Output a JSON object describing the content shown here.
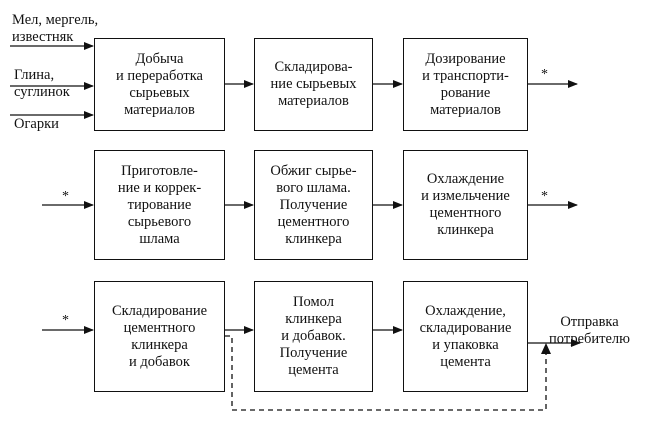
{
  "inputs": {
    "chalk": "Мел, мергель,\nизвестняк",
    "clay": "Глина,\nсуглинок",
    "cinders": "Огарки"
  },
  "boxes": [
    "Добыча\nи переработка\nсырьевых\nматериалов",
    "Складирова-\nние сырьевых\nматериалов",
    "Дозирование\nи транспорти-\nрование\nматериалов",
    "Приготовле-\nние и коррек-\nтирование\nсырьевого\nшлама",
    "Обжиг сырье-\nвого шлама.\nПолучение\nцементного\nклинкера",
    "Охлаждение\nи измельчение\nцементного\nклинкера",
    "Складирование\nцементного\nклинкера\nи добавок",
    "Помол\nклинкера\nи добавок.\nПолучение\nцемента",
    "Охлаждение,\nскладирование\nи упаковка\nцемента"
  ],
  "connector_mark": "*",
  "output": "Отправка\nпотребителю"
}
